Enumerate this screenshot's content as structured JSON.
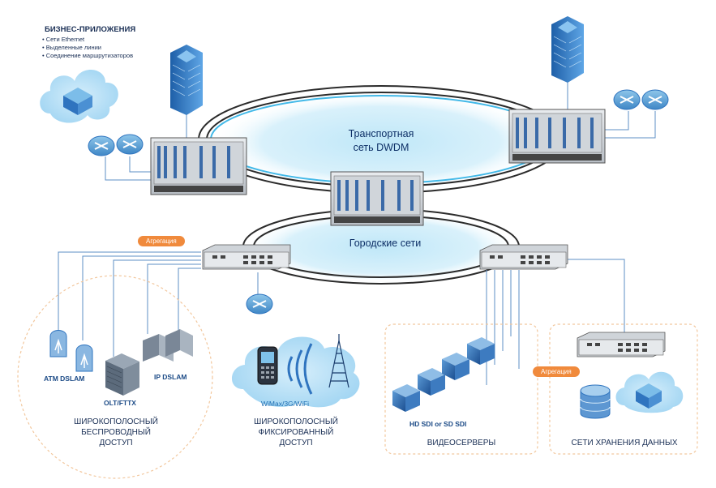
{
  "business": {
    "title": "БИЗНЕС-ПРИЛОЖЕНИЯ",
    "items": [
      "Сети Ethernet",
      "Выделенные линии",
      "Соединение маршрутизаторов"
    ]
  },
  "rings": {
    "transport_line1": "Транспортная",
    "transport_line2": "сеть DWDM",
    "city": "Городские сети"
  },
  "aggregation_badges": [
    "Агрегация",
    "Агрегация"
  ],
  "access": {
    "atm": "ATM DSLAM",
    "olt": "OLT/FTTX",
    "ip": "IP DSLAM",
    "broadband_wireless": [
      "ШИРОКОПОЛОСНЫЙ",
      "БЕСПРОВОДНЫЙ",
      "ДОСТУП"
    ]
  },
  "wireless": {
    "tech": "WiMax/3G/WiFi",
    "fixed": [
      "ШИРОКОПОЛОСНЫЙ",
      "ФИКСИРОВАННЫЙ",
      "ДОСТУП"
    ]
  },
  "video": {
    "hd": "HD SDI or SD SDI",
    "title": "ВИДЕОСЕРВЕРЫ"
  },
  "storage": {
    "title": "СЕТИ ХРАНЕНИЯ ДАННЫХ"
  },
  "colors": {
    "navy": "#1a3d6d",
    "orange": "#f08a3c",
    "cyan": "#43b9e8",
    "blue_icon": "#2f74bf"
  }
}
